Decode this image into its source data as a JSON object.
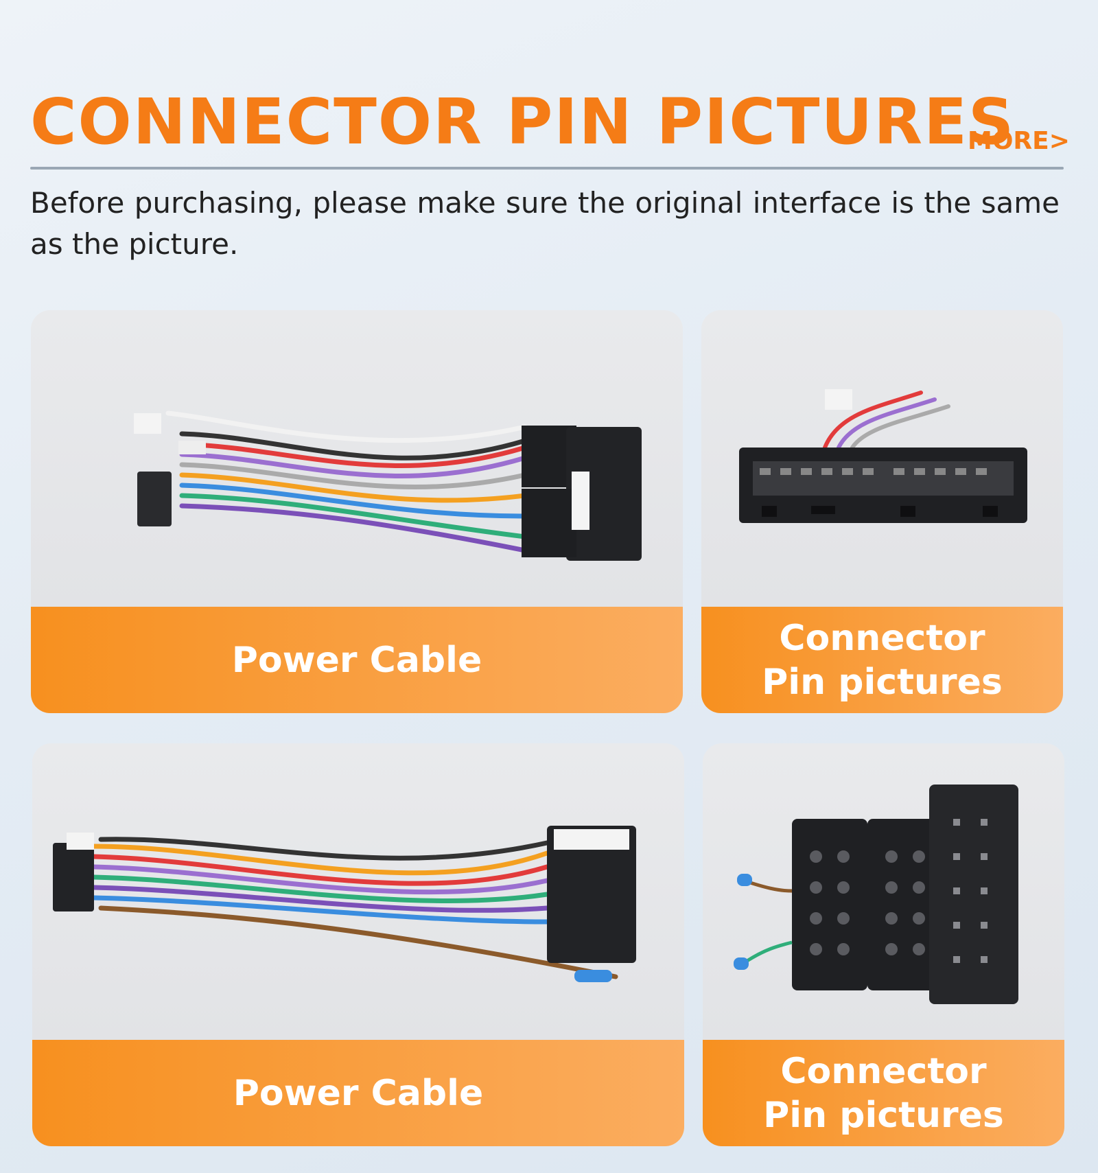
{
  "header": {
    "title": "CONNECTOR PIN PICTURES",
    "more_label": "MORE>"
  },
  "intro": {
    "text": "Before purchasing, please make sure the original interface is the same as the picture."
  },
  "cards": [
    {
      "caption_lines": [
        "Power Cable"
      ],
      "photo_label": "wire-harness-photo"
    },
    {
      "caption_lines": [
        "Connector",
        "Pin pictures"
      ],
      "photo_label": "connector-pins-photo"
    },
    {
      "caption_lines": [
        "Power Cable"
      ],
      "photo_label": "wire-harness-photo"
    },
    {
      "caption_lines": [
        "Connector",
        "Pin pictures"
      ],
      "photo_label": "iso-connector-photo"
    }
  ],
  "colors": {
    "accent": "#f57c16",
    "caption_gradient_start": "#f7901f",
    "caption_gradient_end": "#fbad60"
  }
}
